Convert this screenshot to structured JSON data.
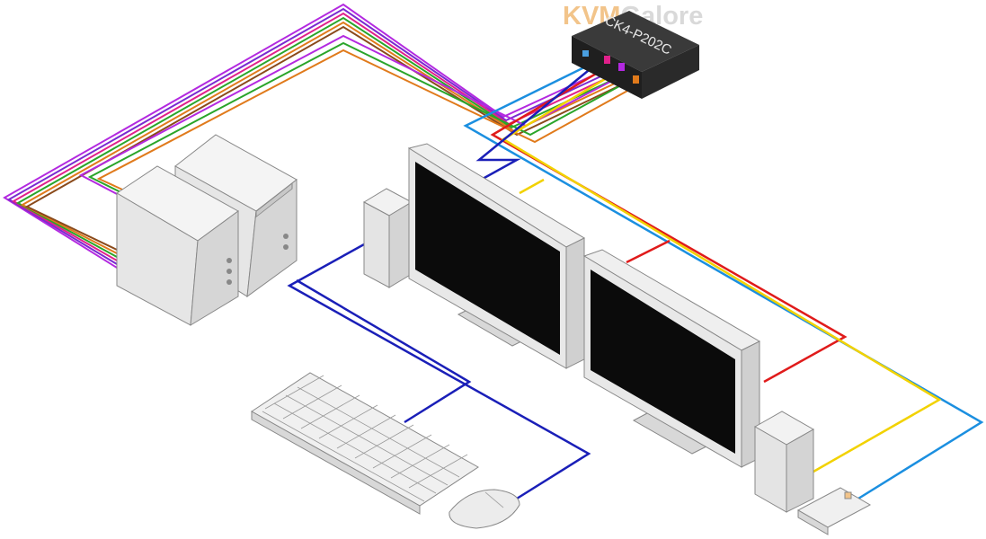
{
  "watermark": {
    "prefix": "KVM",
    "suffix": "Galore"
  },
  "device": {
    "label": "CK4-P202C"
  },
  "colors": {
    "background": "#ffffff",
    "device_body": "#2a2a2a",
    "case": "#e4e4e4",
    "screen": "#0b0b0b",
    "usb_cable": "#1a1fb8",
    "video_cable_1": "#e01b1b",
    "video_cable_2": "#f2d200",
    "audio_cable": "#1b8fe0",
    "pc_cables": [
      "#b329e0",
      "#7a2ad0",
      "#e0208a",
      "#2aa52a",
      "#e07a1b",
      "#8a4a1b"
    ]
  },
  "components": [
    "kvm-switch",
    "computer-1",
    "computer-2",
    "monitor-1",
    "monitor-2",
    "speaker-left",
    "speaker-right",
    "keyboard",
    "mouse",
    "audio-device"
  ]
}
